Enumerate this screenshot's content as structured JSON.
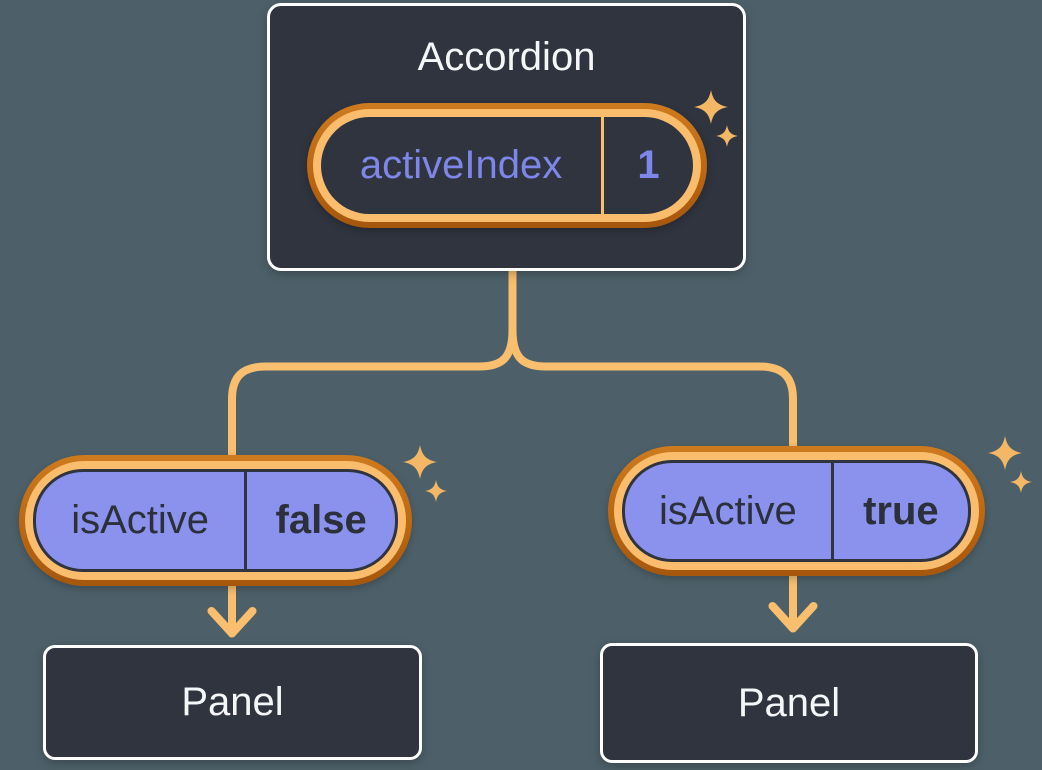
{
  "diagram": {
    "root": {
      "title": "Accordion",
      "state": {
        "label": "activeIndex",
        "value": "1"
      }
    },
    "children": [
      {
        "prop": {
          "label": "isActive",
          "value": "false"
        },
        "panel_label": "Panel"
      },
      {
        "prop": {
          "label": "isActive",
          "value": "true"
        },
        "panel_label": "Panel"
      }
    ],
    "icons": {
      "sparkle": "sparkle-icon"
    },
    "colors": {
      "background": "#4D6069",
      "box_fill": "#2F343F",
      "box_border": "#FFFFFF",
      "connector": "#F9BE6E",
      "ring_outer": "#BC6712",
      "ring_inner": "#FABD6E",
      "prop_pill_fill": "#8B92EE",
      "state_text": "#7E87E9",
      "prop_text": "#2B303A",
      "sparkle": "#F3B766"
    }
  }
}
